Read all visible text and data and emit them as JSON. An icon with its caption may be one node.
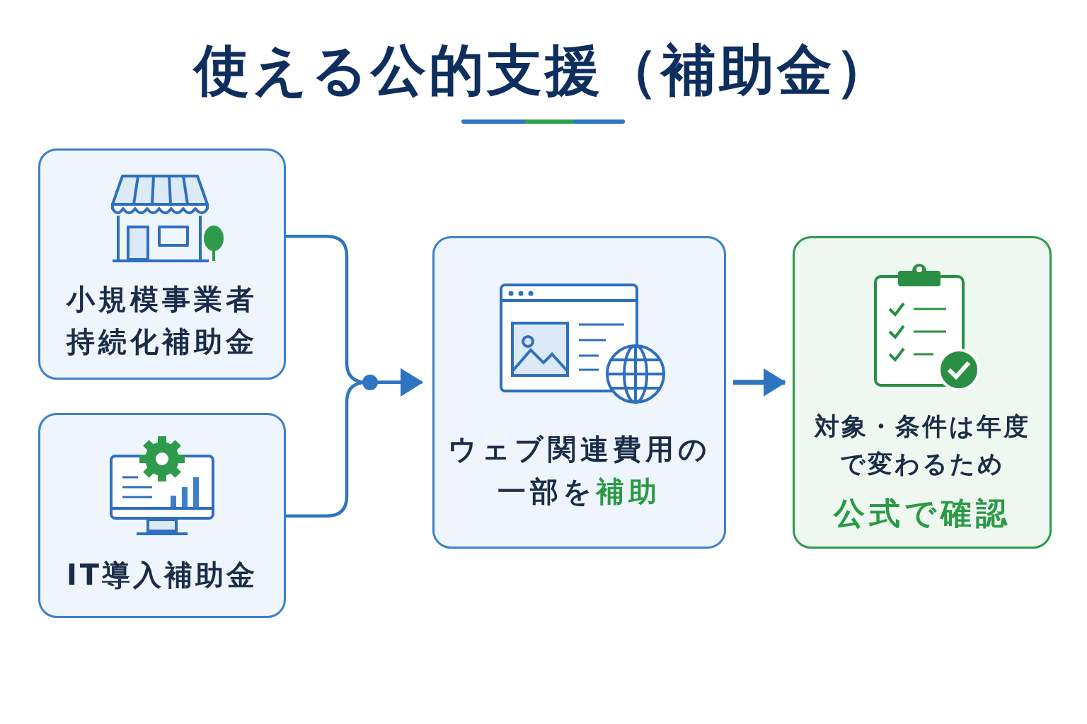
{
  "diagram": {
    "title": "使える公的支援（補助金）",
    "nodes": [
      {
        "text": [
          "小規模事業者持続化補助金"
        ]
      },
      {
        "text": [
          "IT導入補助金"
        ]
      },
      {
        "text": [
          "ウェブ関連費用の一部を**補助**"
        ]
      },
      {
        "text": [
          "対象・条件は年度で変わるため",
          "公式で確認"
        ]
      }
    ],
    "edges": [
      {
        "from": 0,
        "to": 2,
        "arrow": "to"
      },
      {
        "from": 1,
        "to": 2,
        "arrow": "to"
      },
      {
        "from": 2,
        "to": 3,
        "arrow": "to"
      }
    ]
  }
}
